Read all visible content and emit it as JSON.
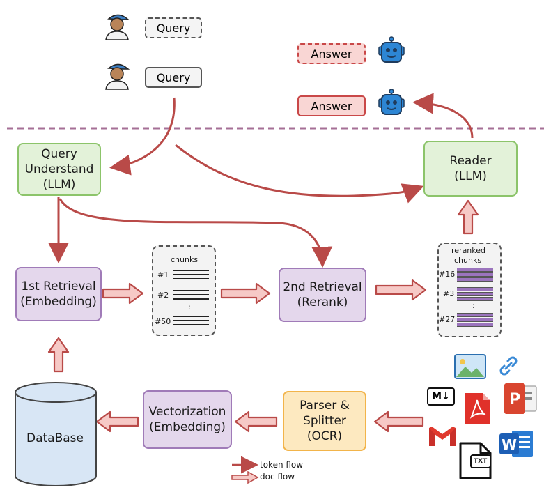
{
  "queries": [
    "Query",
    "Query"
  ],
  "answers": [
    "Answer",
    "Answer"
  ],
  "nodes": {
    "query_understand": [
      "Query",
      "Understand",
      "(LLM)"
    ],
    "reader": [
      "Reader",
      "(LLM)"
    ],
    "first_retrieval": [
      "1st Retrieval",
      "(Embedding)"
    ],
    "second_retrieval": [
      "2nd Retrieval",
      "(Rerank)"
    ],
    "vectorization": [
      "Vectorization",
      "(Embedding)"
    ],
    "parser": [
      "Parser &",
      "Splitter",
      "(OCR)"
    ],
    "database": "DataBase"
  },
  "chunks": {
    "title": "chunks",
    "labels": [
      "#1",
      "#2",
      ":",
      "#50"
    ]
  },
  "reranked": {
    "title": [
      "reranked",
      "chunks"
    ],
    "labels": [
      "#16",
      "#3",
      ":",
      "#27"
    ]
  },
  "legend": {
    "token_flow": "token flow",
    "doc_flow": "doc flow"
  },
  "file_icons": {
    "markdown": "M↓",
    "txt": "TXT"
  },
  "colors": {
    "token_arrow": "#b94a48",
    "doc_arrow_fill": "#f6c9c6",
    "separator": "#a56f96",
    "green_fill": "#e3f2d9",
    "purple_fill": "#e4d7ec",
    "orange_fill": "#fde9c0",
    "database_fill": "#d8e6f5"
  }
}
